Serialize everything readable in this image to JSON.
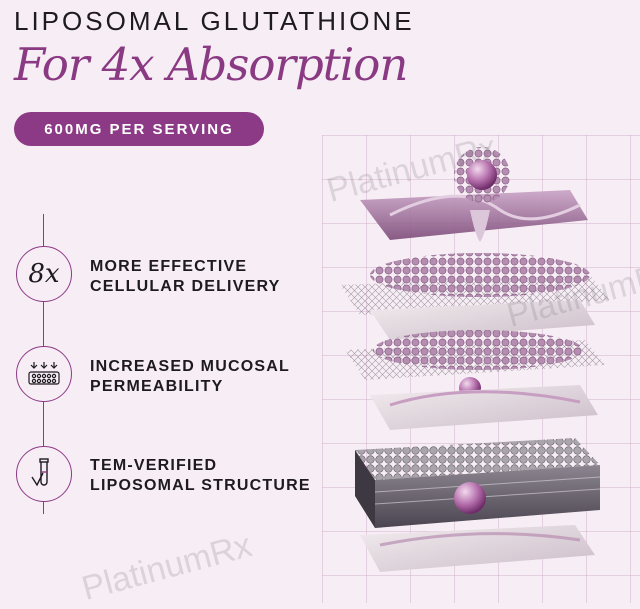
{
  "header": {
    "title": "LIPOSOMAL GLUTATHIONE",
    "subtitle": "For 4x Absorption",
    "pill": "600MG PER SERVING"
  },
  "features": [
    {
      "badge": "8x",
      "line1": "MORE EFFECTIVE",
      "line2": "CELLULAR DELIVERY",
      "icon": "8x-text"
    },
    {
      "badge": "",
      "line1": "INCREASED MUCOSAL",
      "line2": "PERMEABILITY",
      "icon": "mucosal-membrane-icon"
    },
    {
      "badge": "",
      "line1": "TEM-VERIFIED",
      "line2": "LIPOSOMAL STRUCTURE",
      "icon": "test-tube-icon"
    }
  ],
  "watermark": "PlatinumRx",
  "colors": {
    "accent": "#8c3a86",
    "background": "#f7eef5",
    "text": "#1d1a20"
  }
}
